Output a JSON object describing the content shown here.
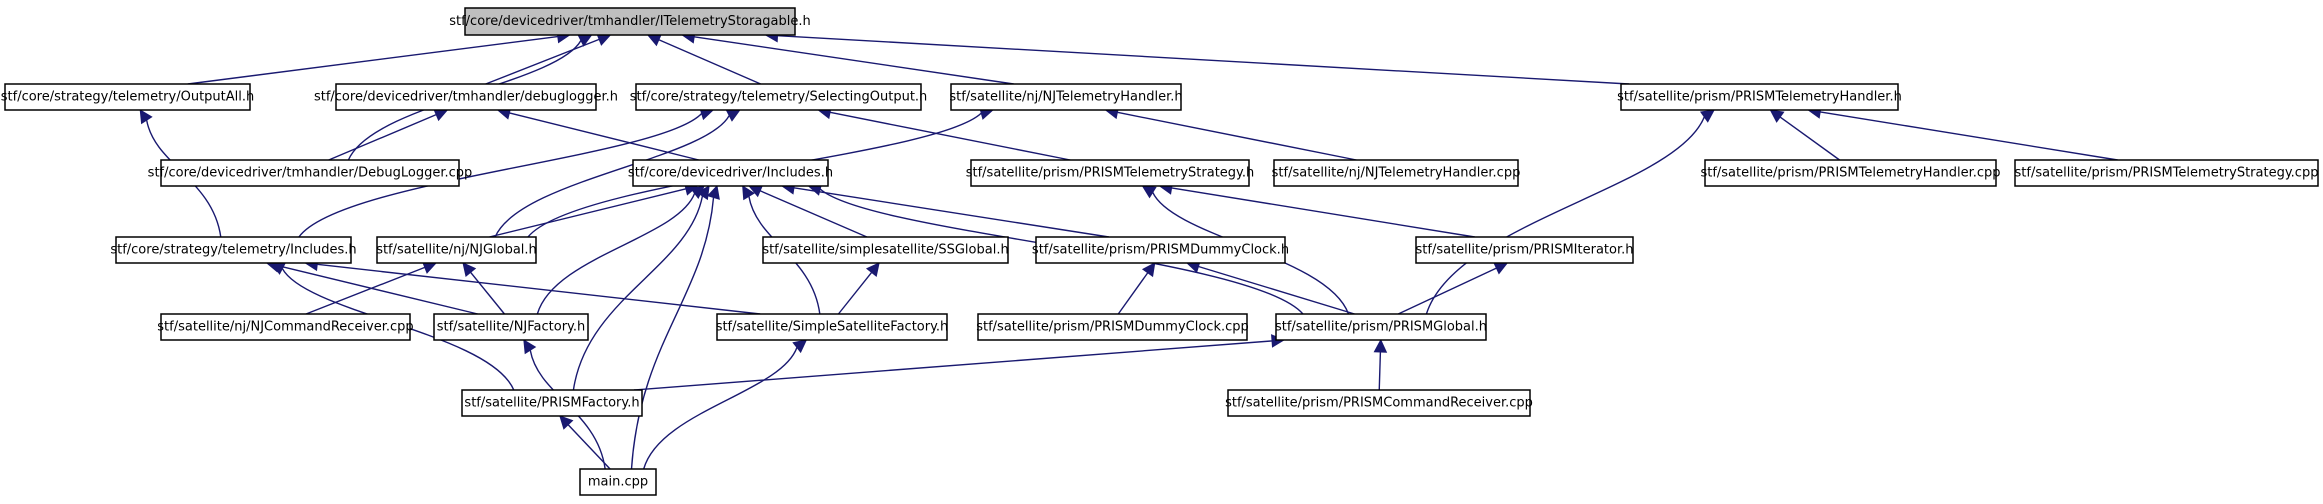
{
  "diagram": {
    "nodes": [
      {
        "id": "root",
        "label": "stf/core/devicedriver/tmhandler/ITelemetryStoragable.h",
        "highlight": true
      },
      {
        "id": "outputall",
        "label": "stf/core/strategy/telemetry/OutputAll.h"
      },
      {
        "id": "debuglogger_h",
        "label": "stf/core/devicedriver/tmhandler/debuglogger.h"
      },
      {
        "id": "selecting",
        "label": "stf/core/strategy/telemetry/SelectingOutput.h"
      },
      {
        "id": "njtmhandler",
        "label": "stf/satellite/nj/NJTelemetryHandler.h"
      },
      {
        "id": "prismtmhandler",
        "label": "stf/satellite/prism/PRISMTelemetryHandler.h"
      },
      {
        "id": "debuglogger_cpp",
        "label": "stf/core/devicedriver/tmhandler/DebugLogger.cpp"
      },
      {
        "id": "ddincludes",
        "label": "stf/core/devicedriver/Includes.h"
      },
      {
        "id": "prismtmstrategy_h",
        "label": "stf/satellite/prism/PRISMTelemetryStrategy.h"
      },
      {
        "id": "njtmhandler_cpp",
        "label": "stf/satellite/nj/NJTelemetryHandler.cpp"
      },
      {
        "id": "prismtmhandler_cpp",
        "label": "stf/satellite/prism/PRISMTelemetryHandler.cpp"
      },
      {
        "id": "prismtmstrategy_cpp",
        "label": "stf/satellite/prism/PRISMTelemetryStrategy.cpp"
      },
      {
        "id": "tmincludes",
        "label": "stf/core/strategy/telemetry/Includes.h"
      },
      {
        "id": "njglobal",
        "label": "stf/satellite/nj/NJGlobal.h"
      },
      {
        "id": "ssglobal",
        "label": "stf/satellite/simplesatellite/SSGlobal.h"
      },
      {
        "id": "prismdummy_h",
        "label": "stf/satellite/prism/PRISMDummyClock.h"
      },
      {
        "id": "prismiterator",
        "label": "stf/satellite/prism/PRISMIterator.h"
      },
      {
        "id": "njcmdrecv",
        "label": "stf/satellite/nj/NJCommandReceiver.cpp"
      },
      {
        "id": "njfactory",
        "label": "stf/satellite/NJFactory.h"
      },
      {
        "id": "ssfactory",
        "label": "stf/satellite/SimpleSatelliteFactory.h"
      },
      {
        "id": "prismdummy_cpp",
        "label": "stf/satellite/prism/PRISMDummyClock.cpp"
      },
      {
        "id": "prismglobal",
        "label": "stf/satellite/prism/PRISMGlobal.h"
      },
      {
        "id": "prismfactory",
        "label": "stf/satellite/PRISMFactory.h"
      },
      {
        "id": "prismcmdrecv",
        "label": "stf/satellite/prism/PRISMCommandReceiver.cpp"
      },
      {
        "id": "maincpp",
        "label": "main.cpp"
      }
    ],
    "edges": [
      {
        "from": "outputall",
        "to": "root"
      },
      {
        "from": "debuglogger_h",
        "to": "root"
      },
      {
        "from": "selecting",
        "to": "root"
      },
      {
        "from": "njtmhandler",
        "to": "root"
      },
      {
        "from": "prismtmhandler",
        "to": "root"
      },
      {
        "from": "debuglogger_cpp",
        "to": "root"
      },
      {
        "from": "tmincludes",
        "to": "outputall"
      },
      {
        "from": "debuglogger_cpp",
        "to": "debuglogger_h"
      },
      {
        "from": "ddincludes",
        "to": "debuglogger_h"
      },
      {
        "from": "tmincludes",
        "to": "selecting"
      },
      {
        "from": "njglobal",
        "to": "selecting"
      },
      {
        "from": "prismtmstrategy_h",
        "to": "selecting"
      },
      {
        "from": "njglobal",
        "to": "njtmhandler"
      },
      {
        "from": "njtmhandler_cpp",
        "to": "njtmhandler"
      },
      {
        "from": "prismtmhandler_cpp",
        "to": "prismtmhandler"
      },
      {
        "from": "prismtmstrategy_cpp",
        "to": "prismtmhandler"
      },
      {
        "from": "prismglobal",
        "to": "prismtmhandler"
      },
      {
        "from": "njglobal",
        "to": "ddincludes"
      },
      {
        "from": "njfactory",
        "to": "ddincludes"
      },
      {
        "from": "ssglobal",
        "to": "ddincludes"
      },
      {
        "from": "ssfactory",
        "to": "ddincludes"
      },
      {
        "from": "prismdummy_h",
        "to": "ddincludes"
      },
      {
        "from": "prismglobal",
        "to": "ddincludes"
      },
      {
        "from": "prismfactory",
        "to": "ddincludes"
      },
      {
        "from": "maincpp",
        "to": "ddincludes"
      },
      {
        "from": "prismiterator",
        "to": "prismtmstrategy_h"
      },
      {
        "from": "prismglobal",
        "to": "prismtmstrategy_h"
      },
      {
        "from": "njfactory",
        "to": "tmincludes"
      },
      {
        "from": "ssfactory",
        "to": "tmincludes"
      },
      {
        "from": "prismfactory",
        "to": "tmincludes"
      },
      {
        "from": "njcmdrecv",
        "to": "njglobal"
      },
      {
        "from": "njfactory",
        "to": "njglobal"
      },
      {
        "from": "ssfactory",
        "to": "ssglobal"
      },
      {
        "from": "prismdummy_cpp",
        "to": "prismdummy_h"
      },
      {
        "from": "prismglobal",
        "to": "prismdummy_h"
      },
      {
        "from": "prismglobal",
        "to": "prismiterator"
      },
      {
        "from": "maincpp",
        "to": "njfactory"
      },
      {
        "from": "maincpp",
        "to": "ssfactory"
      },
      {
        "from": "prismfactory",
        "to": "prismglobal"
      },
      {
        "from": "prismcmdrecv",
        "to": "prismglobal"
      },
      {
        "from": "maincpp",
        "to": "prismfactory"
      }
    ]
  },
  "colors": {
    "edge": "#191970",
    "node_border": "#000000",
    "node_fill": "#ffffff",
    "root_fill": "#bfbfbf"
  }
}
